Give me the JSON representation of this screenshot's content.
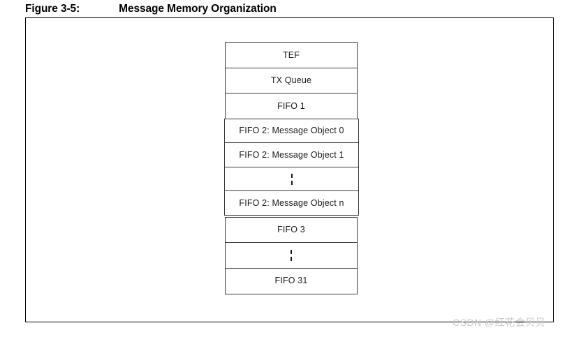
{
  "figure": {
    "label": "Figure 3-5:",
    "title": "Message Memory Organization"
  },
  "diagram": {
    "type": "stacked-memory-map",
    "blocks": [
      {
        "label": "TEF",
        "kind": "block"
      },
      {
        "label": "TX Queue",
        "kind": "block"
      },
      {
        "label": "FIFO 1",
        "kind": "block"
      }
    ],
    "fifo2_group": [
      {
        "label": "FIFO 2: Message Object 0",
        "kind": "block"
      },
      {
        "label": "FIFO 2: Message Object 1",
        "kind": "block"
      },
      {
        "label": "",
        "kind": "ellipsis"
      },
      {
        "label": "FIFO 2: Message Object n",
        "kind": "block"
      }
    ],
    "blocks_after": [
      {
        "label": "FIFO 3",
        "kind": "block"
      },
      {
        "label": "",
        "kind": "ellipsis"
      },
      {
        "label": "FIFO 31",
        "kind": "block"
      }
    ]
  },
  "watermark": {
    "text": "CSDN @红花会贝贝"
  }
}
